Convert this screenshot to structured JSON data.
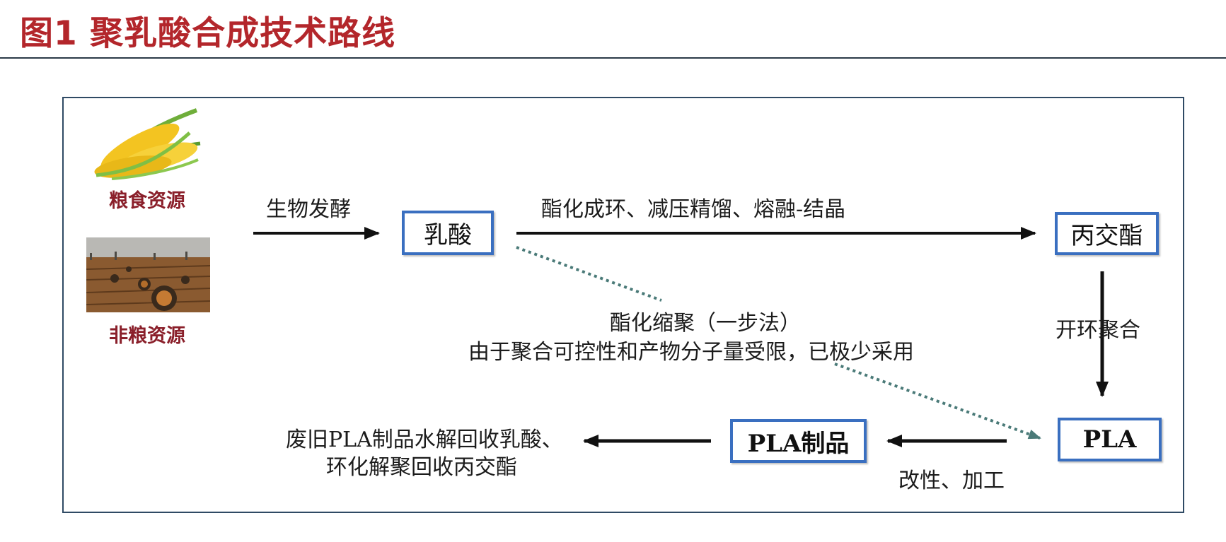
{
  "title": "图1 聚乳酸合成技术路线",
  "sources": {
    "grain": "粮食资源",
    "non_grain": "非粮资源"
  },
  "nodes": {
    "lactic_acid": "乳酸",
    "lactide": "丙交酯",
    "pla": "PLA",
    "pla_products": "PLA制品"
  },
  "edges": {
    "fermentation": "生物发酵",
    "lactic_to_lactide": "酯化成环、减压精馏、熔融-结晶",
    "ring_opening": "开环聚合",
    "direct_title": "酯化缩聚（一步法）",
    "direct_note": "由于聚合可控性和产物分子量受限，已极少采用",
    "modification": "改性、加工",
    "recycle_line1": "废旧PLA制品水解回收乳酸、",
    "recycle_line2": "环化解聚回收丙交酯"
  },
  "colors": {
    "title": "#b3262b",
    "node_border": "#3a6fc0",
    "source_label": "#8a1f2a",
    "dotted_arrow": "#4a7a78"
  },
  "icons": {
    "grain": "corn-image",
    "non_grain": "straw-bales-field-image"
  }
}
